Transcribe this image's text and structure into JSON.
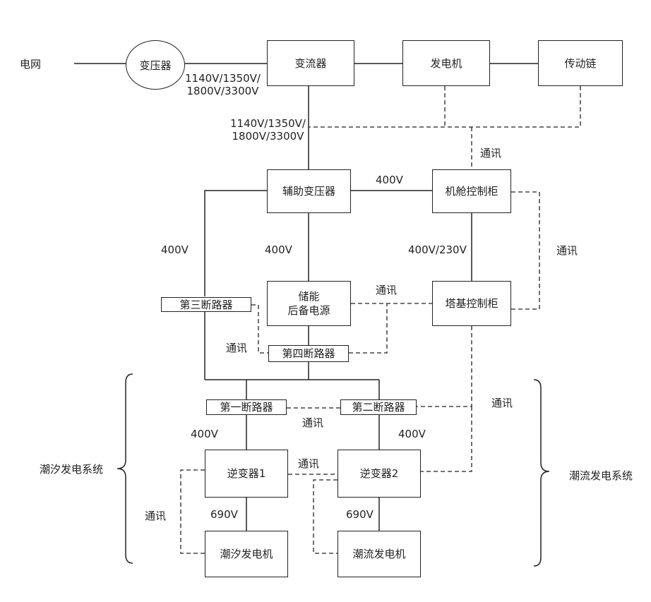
{
  "grid": "电网",
  "transformer": "变压器",
  "converter": "变流器",
  "generator": "发电机",
  "drivetrain": "传动链",
  "aux_transformer": "辅助变压器",
  "nacelle_cabinet": "机舱控制柜",
  "storage": [
    "储能",
    "后备电源"
  ],
  "tower_cabinet": "塔基控制柜",
  "breaker_3": "第三断路器",
  "breaker_4": "第四断路器",
  "breaker_1": "第一断路器",
  "breaker_2": "第二断路器",
  "inverter_1": "逆变器1",
  "inverter_2": "逆变器2",
  "tidal_generator": "潮汐发电机",
  "current_generator": "潮流发电机",
  "tidal_system": "潮汐发电系统",
  "current_system": "潮流发电系统",
  "voltage_hv": [
    "1140V/1350V/",
    "1800V/3300V"
  ],
  "v400": "400V",
  "v400_230": "400V/230V",
  "v690": "690V",
  "comm": "通讯"
}
